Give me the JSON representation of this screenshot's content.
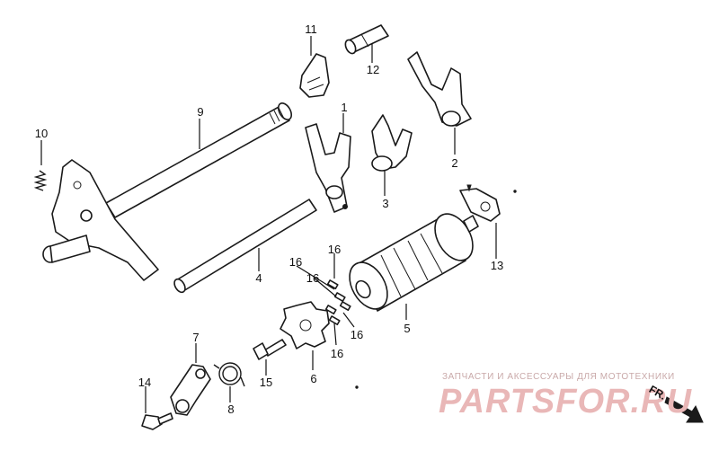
{
  "callouts": [
    "1",
    "2",
    "3",
    "4",
    "5",
    "6",
    "7",
    "8",
    "9",
    "10",
    "11",
    "12",
    "13",
    "14",
    "15",
    "16",
    "16",
    "16",
    "16",
    "16"
  ],
  "watermark": {
    "caption": "ЗАПЧАСТИ И АКСЕССУАРЫ ДЛЯ МОТОТЕХНИКИ",
    "brand": "PARTSFOR.RU"
  },
  "direction_label": "FR."
}
